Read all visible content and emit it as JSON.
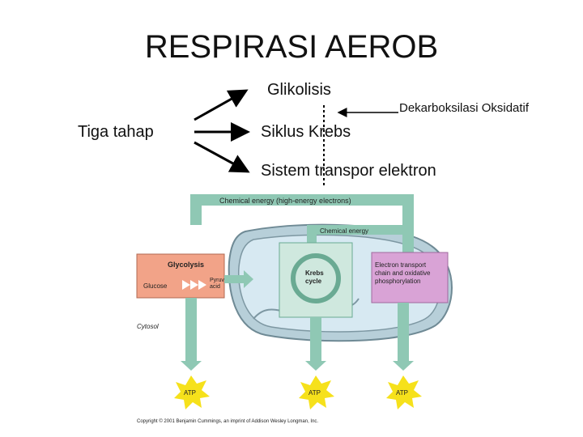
{
  "slide": {
    "title": "RESPIRASI AEROB",
    "left_label": "Tiga tahap",
    "stages": [
      "Glikolisis",
      "Siklus  Krebs",
      "Sistem transpor elektron"
    ],
    "callout": "Dekarboksilasi Oksidatif"
  },
  "figure": {
    "top_banner": "Chemical energy (high-energy electrons)",
    "inner_banner": "Chemical energy",
    "glycolysis_title": "Glycolysis",
    "glucose": "Glucose",
    "pyruvic_line1": "Pyruvic",
    "pyruvic_line2": "acid",
    "krebs_line1": "Krebs",
    "krebs_line2": "cycle",
    "etc_line1": "Electron transport",
    "etc_line2": "chain and oxidative",
    "etc_line3": "phosphorylation",
    "cytosol": "Cytosol",
    "atp1": "ATP",
    "atp2": "ATP",
    "atp3": "ATP",
    "copyright": "Copyright © 2001 Benjamin Cummings, an imprint of Addison Wesley Longman, Inc."
  },
  "colors": {
    "arrow_green": "#8fc8b4",
    "glycolysis_box": "#f2a388",
    "etc_box": "#d9a3d6",
    "mito_outer": "#b7cfd9",
    "mito_inner": "#d7e9f2",
    "atp_yellow": "#f6e11b"
  }
}
